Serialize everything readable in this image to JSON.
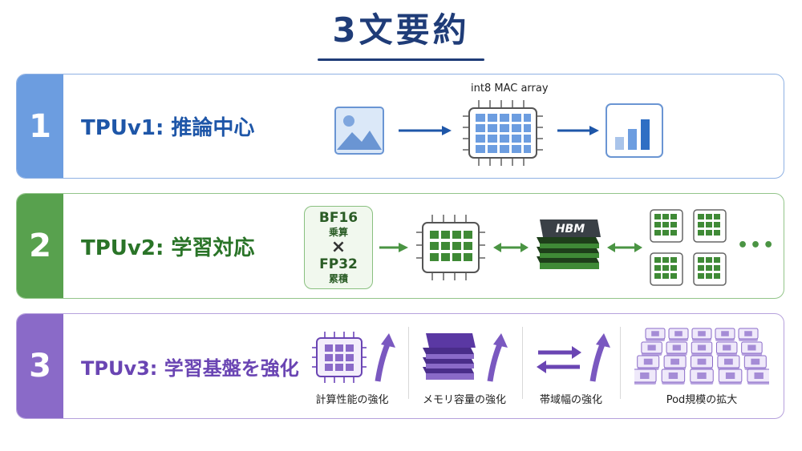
{
  "title": "3文要約",
  "rows": [
    {
      "number": "1",
      "label": "TPUv1: 推論中心",
      "mac_label": "int8 MAC array",
      "icons": [
        "image-icon",
        "arrow-right-icon",
        "chip-grid-icon",
        "arrow-right-icon",
        "bar-chart-icon"
      ]
    },
    {
      "number": "2",
      "label": "TPUv2: 学習対応",
      "formula": {
        "top": "BF16",
        "top_sub": "乗算",
        "times": "×",
        "bottom": "FP32",
        "bottom_sub": "累積"
      },
      "hbm_label": "HBM",
      "ellipsis": "•••",
      "icons": [
        "chip-grid-icon",
        "double-arrow-icon",
        "hbm-stack-icon",
        "double-arrow-icon",
        "chip-array-icon"
      ]
    },
    {
      "number": "3",
      "label": "TPUv3: 学習基盤を強化",
      "features": [
        {
          "caption": "計算性能の強化",
          "icon": "chip-up-icon"
        },
        {
          "caption": "メモリ容量の強化",
          "icon": "memory-stack-up-icon"
        },
        {
          "caption": "帯域幅の強化",
          "icon": "bidirectional-up-icon"
        },
        {
          "caption": "Pod規模の拡大",
          "icon": "pod-grid-icon"
        }
      ]
    }
  ],
  "colors": {
    "row1": "#6c9de0",
    "row2": "#58a14e",
    "row3": "#8a6ac8",
    "title": "#1f3c78"
  }
}
